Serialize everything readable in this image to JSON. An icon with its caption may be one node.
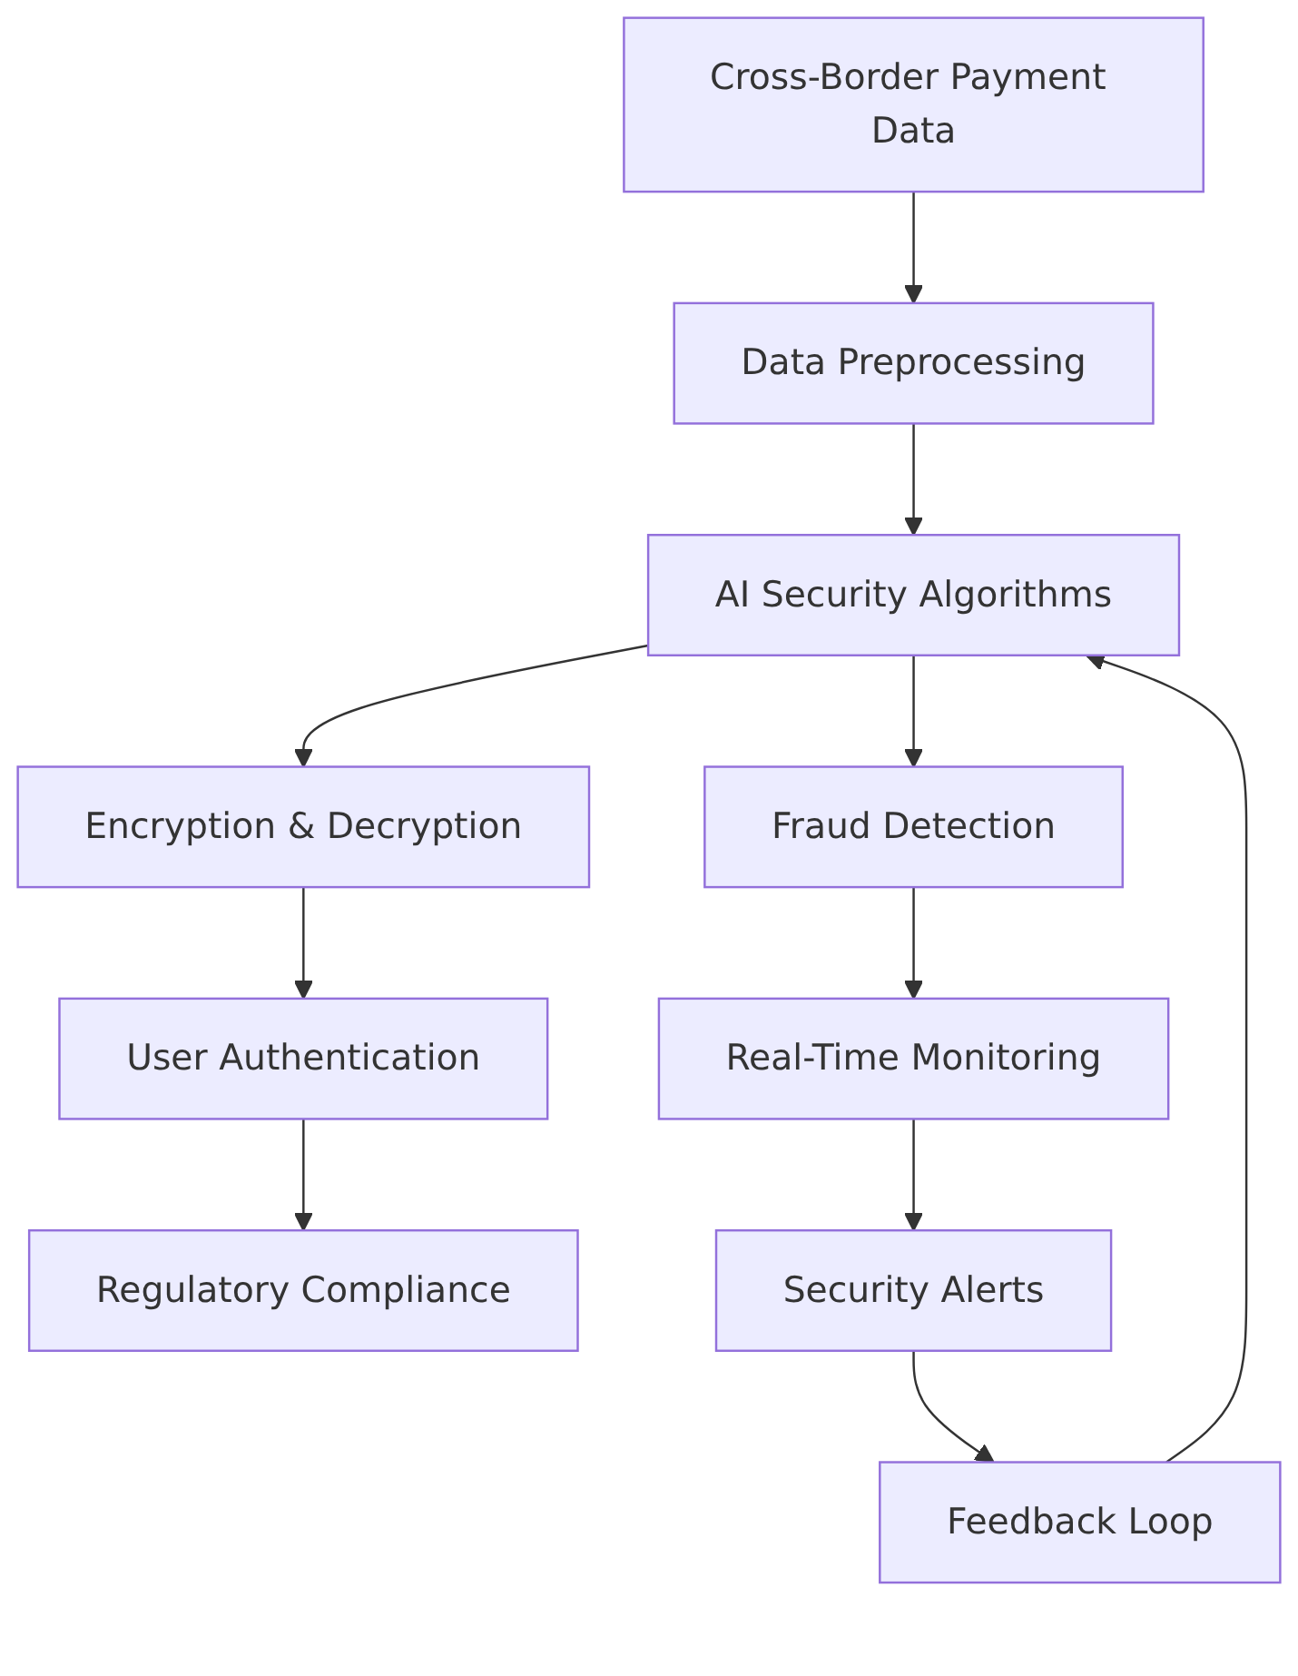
{
  "diagram": {
    "nodes": [
      {
        "text": [
          "Cross-Border Payment Data"
        ]
      },
      {
        "text": [
          "Data Preprocessing"
        ]
      },
      {
        "text": [
          "AI Security Algorithms"
        ]
      },
      {
        "text": [
          "Encryption & Decryption"
        ]
      },
      {
        "text": [
          "Fraud Detection"
        ]
      },
      {
        "text": [
          "User Authentication"
        ]
      },
      {
        "text": [
          "Real-Time Monitoring"
        ]
      },
      {
        "text": [
          "Regulatory Compliance"
        ]
      },
      {
        "text": [
          "Security Alerts"
        ]
      },
      {
        "text": [
          "Feedback Loop"
        ]
      }
    ],
    "edges": [
      {
        "from": 0,
        "to": 1,
        "arrow": "to"
      },
      {
        "from": 1,
        "to": 2,
        "arrow": "to"
      },
      {
        "from": 2,
        "to": 3,
        "arrow": "to"
      },
      {
        "from": 2,
        "to": 4,
        "arrow": "to"
      },
      {
        "from": 3,
        "to": 5,
        "arrow": "to"
      },
      {
        "from": 5,
        "to": 7,
        "arrow": "to"
      },
      {
        "from": 4,
        "to": 6,
        "arrow": "to"
      },
      {
        "from": 6,
        "to": 8,
        "arrow": "to"
      },
      {
        "from": 8,
        "to": 9,
        "arrow": "to"
      },
      {
        "from": 9,
        "to": 2,
        "arrow": "to"
      }
    ]
  }
}
